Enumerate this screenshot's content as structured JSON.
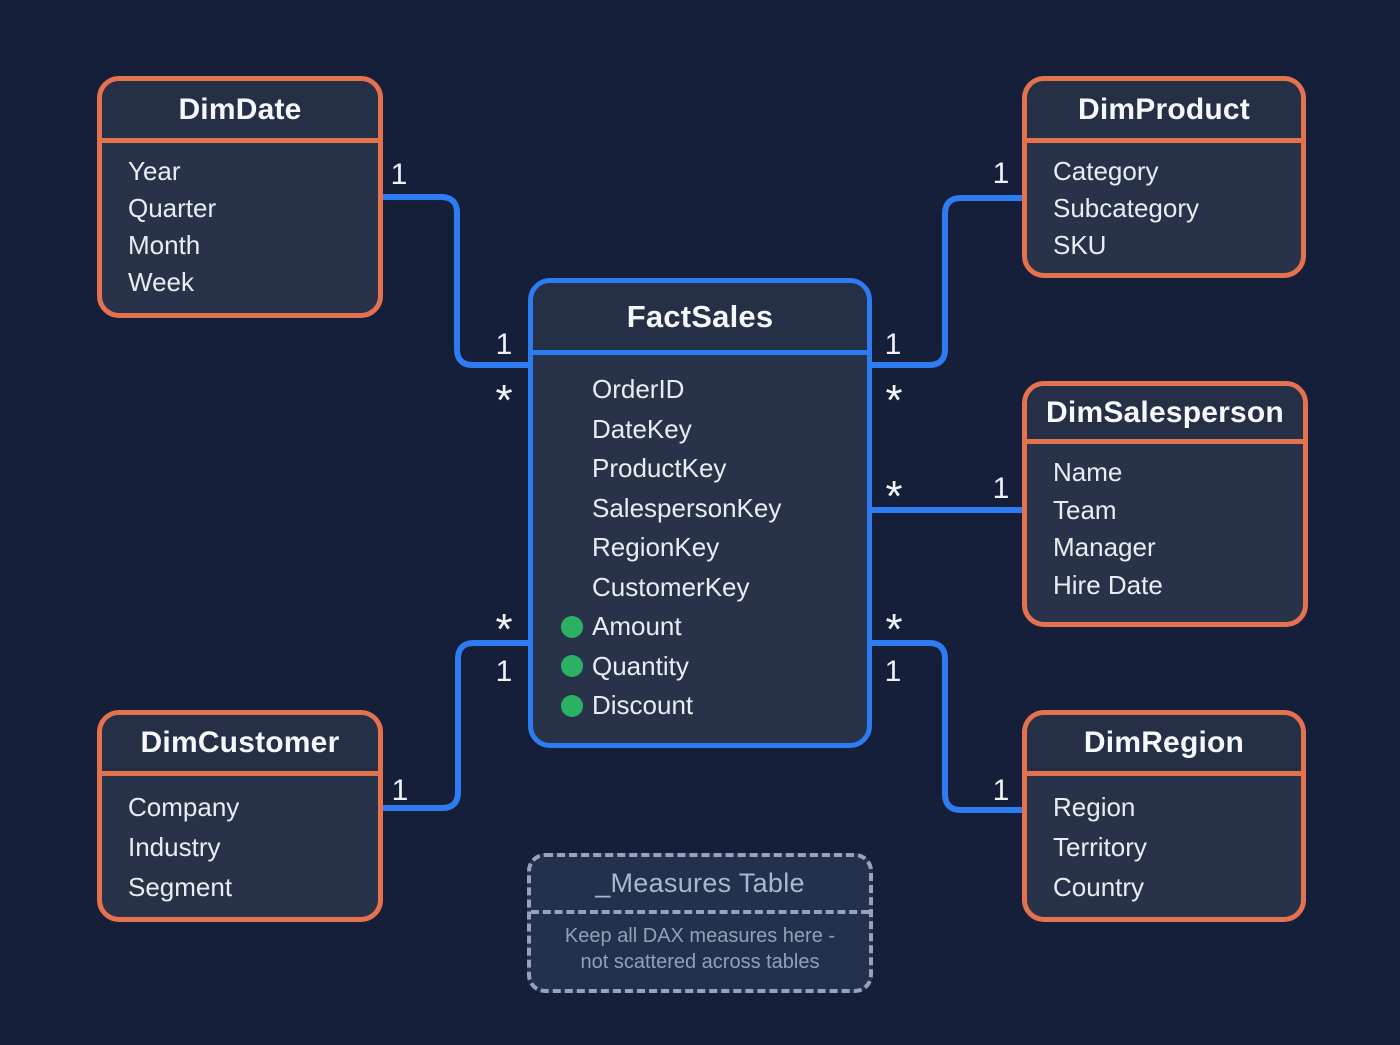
{
  "colors": {
    "background": "#151f39",
    "box_fill": "#283349",
    "header_fill": "#253047",
    "dim_border": "#e4724f",
    "fact_border": "#2e7cf2",
    "connector": "#2e7cf2",
    "measure_dot": "#2bb163",
    "text_title": "#f5f8fc",
    "text_field": "#e8edf4",
    "text_card": "#eef3f8",
    "measures_border": "#96a4bb",
    "measures_fill": "rgba(70,88,128,0.30)",
    "measures_title": "#aab8ca",
    "measures_text": "#93a1b6"
  },
  "tables": [
    {
      "id": "dimdate",
      "title": "DimDate",
      "kind": "dimension",
      "fields": [
        {
          "label": "Year",
          "measure": false
        },
        {
          "label": "Quarter",
          "measure": false
        },
        {
          "label": "Month",
          "measure": false
        },
        {
          "label": "Week",
          "measure": false
        }
      ]
    },
    {
      "id": "dimproduct",
      "title": "DimProduct",
      "kind": "dimension",
      "fields": [
        {
          "label": "Category",
          "measure": false
        },
        {
          "label": "Subcategory",
          "measure": false
        },
        {
          "label": "SKU",
          "measure": false
        }
      ]
    },
    {
      "id": "factsales",
      "title": "FactSales",
      "kind": "fact",
      "fields": [
        {
          "label": "OrderID",
          "measure": false
        },
        {
          "label": "DateKey",
          "measure": false
        },
        {
          "label": "ProductKey",
          "measure": false
        },
        {
          "label": "SalespersonKey",
          "measure": false
        },
        {
          "label": "RegionKey",
          "measure": false
        },
        {
          "label": "CustomerKey",
          "measure": false
        },
        {
          "label": "Amount",
          "measure": true
        },
        {
          "label": "Quantity",
          "measure": true
        },
        {
          "label": "Discount",
          "measure": true
        }
      ]
    },
    {
      "id": "dimsalesperson",
      "title": "DimSalesperson",
      "kind": "dimension",
      "fields": [
        {
          "label": "Name",
          "measure": false
        },
        {
          "label": "Team",
          "measure": false
        },
        {
          "label": "Manager",
          "measure": false
        },
        {
          "label": "Hire Date",
          "measure": false
        }
      ]
    },
    {
      "id": "dimcustomer",
      "title": "DimCustomer",
      "kind": "dimension",
      "fields": [
        {
          "label": "Company",
          "measure": false
        },
        {
          "label": "Industry",
          "measure": false
        },
        {
          "label": "Segment",
          "measure": false
        }
      ]
    },
    {
      "id": "dimregion",
      "title": "DimRegion",
      "kind": "dimension",
      "fields": [
        {
          "label": "Region",
          "measure": false
        },
        {
          "label": "Territory",
          "measure": false
        },
        {
          "label": "Country",
          "measure": false
        }
      ]
    }
  ],
  "relationships": [
    {
      "from": "DimDate",
      "to": "FactSales",
      "cards": {
        "dim": "1",
        "fact_top": "1",
        "fact_bottom": "*"
      }
    },
    {
      "from": "DimProduct",
      "to": "FactSales",
      "cards": {
        "dim": "1",
        "fact_top": "1",
        "fact_bottom": "*"
      }
    },
    {
      "from": "DimSalesperson",
      "to": "FactSales",
      "cards": {
        "dim": "1",
        "fact": "*"
      }
    },
    {
      "from": "DimCustomer",
      "to": "FactSales",
      "cards": {
        "dim": "1",
        "fact_top": "*",
        "fact_bottom": "1"
      }
    },
    {
      "from": "DimRegion",
      "to": "FactSales",
      "cards": {
        "dim": "1",
        "fact_top": "*",
        "fact_bottom": "1"
      }
    }
  ],
  "measures_note": {
    "title": "_Measures Table",
    "line1": "Keep all DAX measures here -",
    "line2": "not scattered across tables"
  }
}
